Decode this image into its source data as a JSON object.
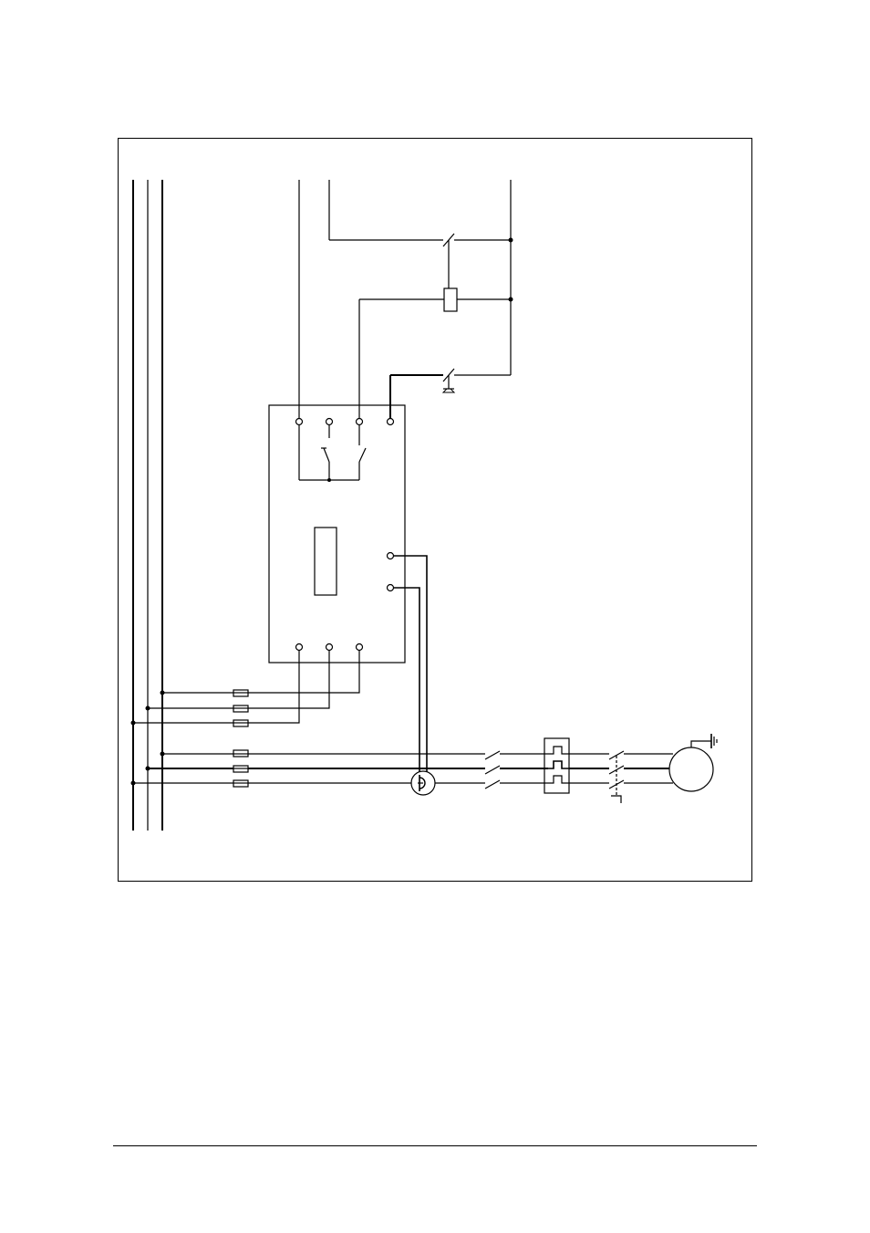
{
  "page": {
    "background": "#ffffff",
    "line_color": "#000000"
  },
  "diagram": {
    "type": "electrical-schematic",
    "text_labels": [],
    "components": {
      "busbars": [
        "phase-bus-1",
        "phase-bus-2",
        "phase-bus-3"
      ],
      "fuses": [
        "control-fuse-1",
        "control-fuse-2",
        "control-fuse-3",
        "main-fuse-1",
        "main-fuse-2",
        "main-fuse-3"
      ],
      "controller": "soft-starter-unit",
      "control_devices": [
        "nc-contact",
        "relay-coil",
        "push-button-contact"
      ],
      "power_devices": [
        "main-contactor",
        "current-transformer",
        "thermal-overload",
        "bypass-contactor",
        "motor"
      ],
      "earth": "earth-symbol"
    }
  }
}
